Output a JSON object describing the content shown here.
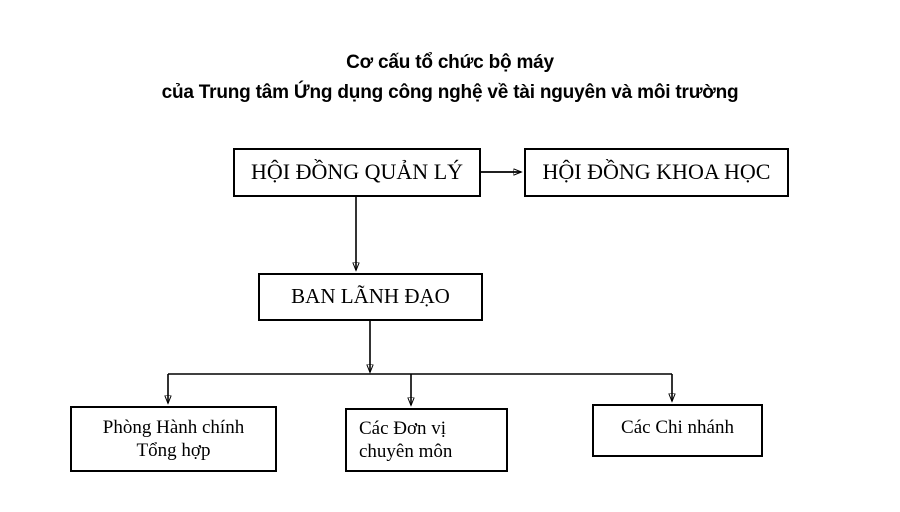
{
  "title": {
    "line1": "Cơ cấu tổ chức bộ máy",
    "line2": "của  Trung tâm Ứng dụng công nghệ về tài nguyên và môi trường"
  },
  "nodes": {
    "hoi_dong_quan_ly": {
      "label": "HỘI ĐỒNG QUẢN LÝ"
    },
    "hoi_dong_khoa_hoc": {
      "label": "HỘI ĐỒNG KHOA HỌC"
    },
    "ban_lanh_dao": {
      "label": "BAN LÃNH ĐẠO"
    },
    "phong_hanh_chinh": {
      "line1": "Phòng Hành chính",
      "line2": "Tổng hợp"
    },
    "cac_don_vi": {
      "line1": "Các Đơn vị",
      "line2": "chuyên môn"
    },
    "cac_chi_nhanh": {
      "label": "Các Chi nhánh"
    }
  },
  "colors": {
    "background": "#ffffff",
    "border": "#000000",
    "text": "#000000",
    "connector": "#000000"
  },
  "chart_data": {
    "type": "diagram",
    "title": "Cơ cấu tổ chức bộ máy của  Trung tâm Ứng dụng công nghệ về tài nguyên và môi trường",
    "nodes": [
      {
        "id": "hdql",
        "label": "HỘI ĐỒNG QUẢN LÝ",
        "level": 1
      },
      {
        "id": "hdkh",
        "label": "HỘI ĐỒNG KHOA HỌC",
        "level": 1
      },
      {
        "id": "bld",
        "label": "BAN LÃNH ĐẠO",
        "level": 2
      },
      {
        "id": "phong",
        "label": "Phòng Hành chính Tổng hợp",
        "level": 3
      },
      {
        "id": "donvi",
        "label": "Các Đơn vị chuyên môn",
        "level": 3
      },
      {
        "id": "chinhanh",
        "label": "Các Chi nhánh",
        "level": 3
      }
    ],
    "edges": [
      {
        "from": "hdql",
        "to": "hdkh",
        "style": "arrow",
        "direction": "horizontal"
      },
      {
        "from": "hdql",
        "to": "bld",
        "style": "arrow",
        "direction": "vertical"
      },
      {
        "from": "bld",
        "to": "phong",
        "style": "arrow",
        "direction": "vertical"
      },
      {
        "from": "bld",
        "to": "donvi",
        "style": "arrow",
        "direction": "vertical"
      },
      {
        "from": "bld",
        "to": "chinhanh",
        "style": "arrow",
        "direction": "vertical"
      }
    ]
  }
}
